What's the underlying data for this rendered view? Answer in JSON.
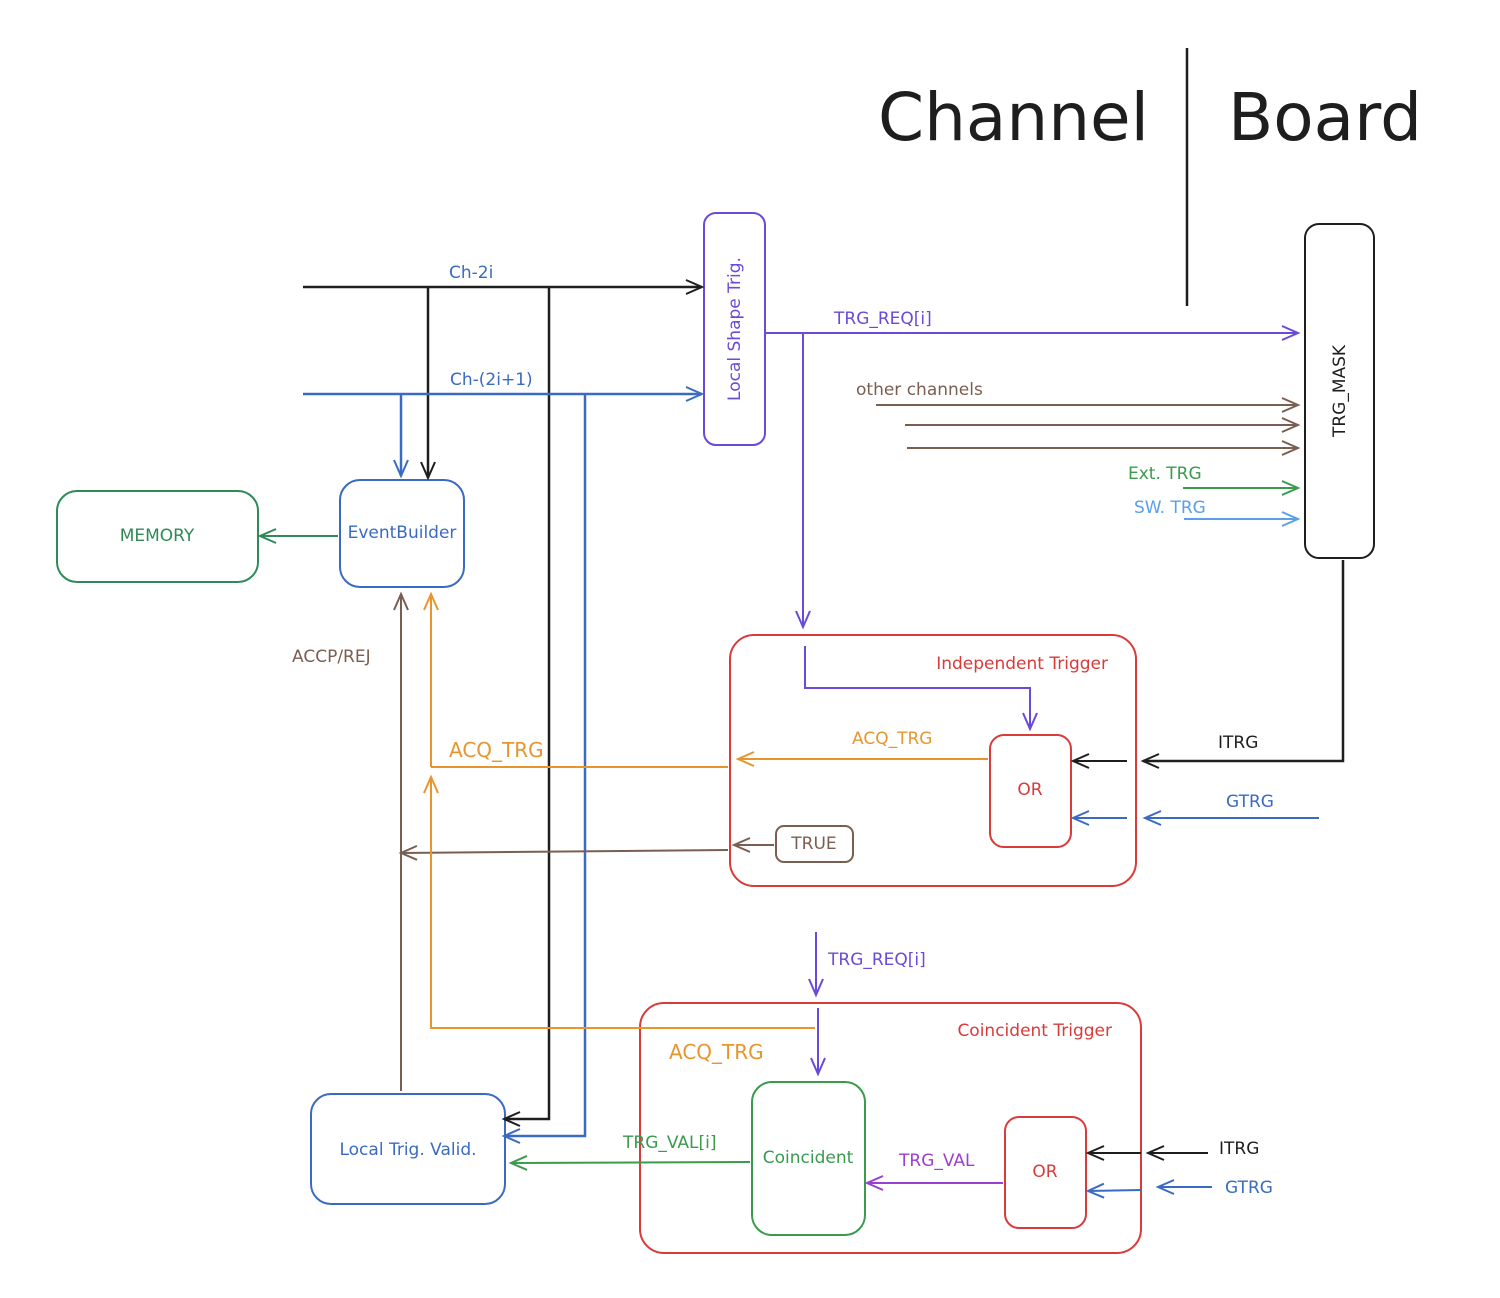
{
  "headings": {
    "channel": "Channel",
    "board": "Board"
  },
  "colors": {
    "black": "#1e1e1e",
    "blue": "#3a6bc2",
    "purple": "#6a4ad8",
    "brown": "#7b5e52",
    "green": "#3a9a4e",
    "light_blue": "#5aa0e8",
    "orange": "#e8952e",
    "red": "#d93a3a",
    "violet": "#9a3fcf",
    "teal_green": "#2f8a58"
  },
  "boxes": {
    "memory": "MEMORY",
    "event_builder": "EventBuilder",
    "local_shape_trig": "Local Shape Trig.",
    "trg_mask": "TRG_MASK",
    "independent_trigger": "Independent Trigger",
    "or_independent": "OR",
    "true_box": "TRUE",
    "coincident_trigger": "Coincident Trigger",
    "coincident": "Coincident",
    "or_coincident": "OR",
    "local_trig_valid": "Local Trig. Valid."
  },
  "labels": {
    "ch_2i": "Ch-2i",
    "ch_2i1": "Ch-(2i+1)",
    "trg_req_top": "TRG_REQ[i]",
    "other_channels": "other channels",
    "ext_trg": "Ext. TRG",
    "sw_trg": "SW. TRG",
    "accp_rej": "ACCP/REJ",
    "acq_trg_left": "ACQ_TRG",
    "acq_trg_inner": "ACQ_TRG",
    "itrg_top": "ITRG",
    "gtrg_top": "GTRG",
    "trg_req_mid": "TRG_REQ[i]",
    "acq_trg_bottom": "ACQ_TRG",
    "trg_val_i": "TRG_VAL[i]",
    "trg_val": "TRG_VAL",
    "itrg_bottom": "ITRG",
    "gtrg_bottom": "GTRG"
  }
}
